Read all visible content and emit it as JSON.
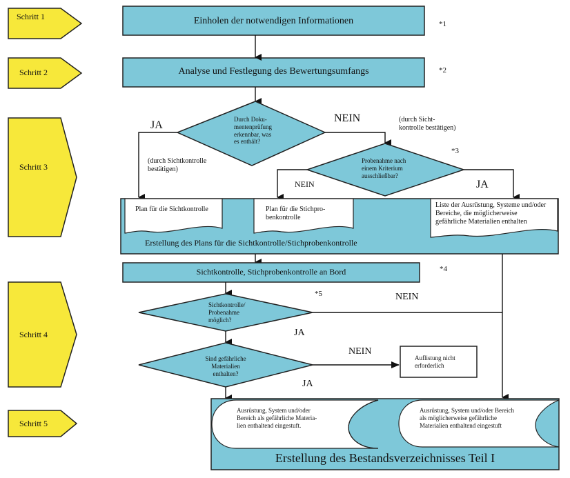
{
  "colors": {
    "process_fill": "#7ec8d9",
    "step_fill": "#f7e83a",
    "stroke": "#222222",
    "document_fill": "#ffffff"
  },
  "steps": [
    {
      "label": "Schritt 1"
    },
    {
      "label": "Schritt 2"
    },
    {
      "label": "Schritt 3"
    },
    {
      "label": "Schritt 4"
    },
    {
      "label": "Schritt 5"
    }
  ],
  "processes": {
    "info": "Einholen der notwendigen Informationen",
    "analysis": "Analyse und Festlegung des Bewertungsumfangs",
    "plan": "Erstellung des Plans für die Sichtkontrolle/Stichprobenkontrolle",
    "onboard": "Sichtkontrolle, Stichprobenkontrolle an Bord",
    "inventory": "Erstellung des Bestandsverzeichnisses Teil I"
  },
  "decisions": {
    "doc_check": [
      "Durch Doku-",
      "mentenprüfung",
      "erkennbar, was",
      "es enthält?"
    ],
    "sampling_exclusion": [
      "Probenahme nach",
      "einem Kriterium",
      "ausschließbar?"
    ],
    "sampling_possible": [
      "Sichtkontrolle/",
      "Probenahme",
      "möglich?"
    ],
    "hazardous": [
      "Sind gefährliche",
      "Materialien",
      "enthalten?"
    ]
  },
  "documents": {
    "visual_plan": [
      "Plan für die Sichtkontrolle"
    ],
    "sample_plan": [
      "Plan für die Stichpro-",
      "benkontrolle"
    ],
    "equipment_list": [
      "Liste der Ausrüstung, Systeme und/oder",
      "Bereiche, die möglicherweise",
      "gefährliche Materialien enthalten"
    ]
  },
  "stored_data": {
    "classified_hazardous": [
      "Ausrüstung, System und/oder",
      "Bereich als gefährliche Materia-",
      "lien enthaltend eingestuft."
    ],
    "classified_possibly": [
      "Ausrüstung, System und/oder Bereich",
      "als möglicherweise gefährliche",
      "Materialien enthaltend eingestuft"
    ]
  },
  "terminal": {
    "not_required": [
      "Auflistung nicht",
      "erforderlich"
    ]
  },
  "branch_labels": {
    "ja": "JA",
    "nein": "NEIN",
    "confirm_visual_left": [
      "(durch Sichtkontrolle",
      "bestätigen)"
    ],
    "confirm_visual_right": [
      "(durch Sicht-",
      "kontrolle bestätigen)"
    ]
  },
  "footnotes": {
    "n1": "*1",
    "n2": "*2",
    "n3": "*3",
    "n4": "*4",
    "n5": "*5"
  }
}
